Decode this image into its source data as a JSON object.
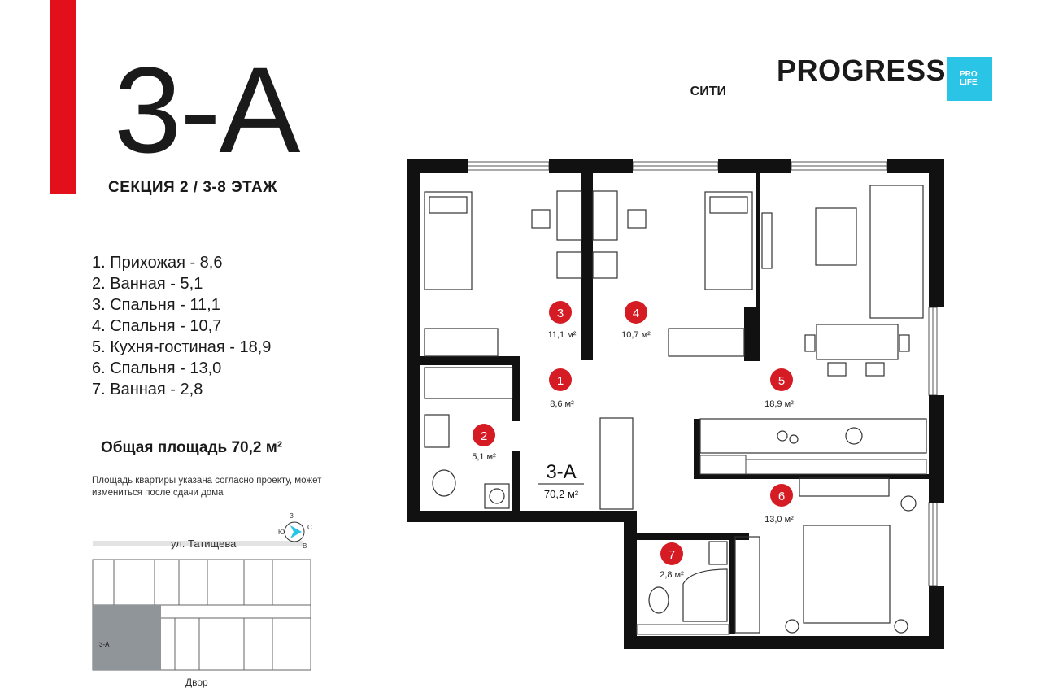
{
  "header": {
    "apartment_code": "3-А",
    "section_floor": "СЕКЦИЯ 2 / 3-8 ЭТАЖ"
  },
  "logo": {
    "name": "PROGRESS",
    "sub": "СИТИ",
    "badge_line1": "PRO",
    "badge_line2": "LIFE",
    "accent": "#29c4e6"
  },
  "rooms_list": [
    "1.  Прихожая - 8,6",
    "2. Ванная - 5,1",
    "3. Спальня - 11,1",
    "4. Спальня - 10,7",
    "5. Кухня-гостиная - 18,9",
    "6. Спальня - 13,0",
    "7.  Ванная - 2,8"
  ],
  "total_area": "Общая площадь 70,2 м²",
  "note": "Площадь квартиры указана согласно проекту, может измениться после сдачи дома",
  "plan": {
    "apartment_label": "3-А",
    "apartment_area": "70,2 м²",
    "rooms": [
      {
        "num": "1",
        "area": "8,6 м²"
      },
      {
        "num": "2",
        "area": "5,1 м²"
      },
      {
        "num": "3",
        "area": "11,1 м²"
      },
      {
        "num": "4",
        "area": "10,7 м²"
      },
      {
        "num": "5",
        "area": "18,9 м²"
      },
      {
        "num": "6",
        "area": "13,0 м²"
      },
      {
        "num": "7",
        "area": "2,8 м²"
      }
    ]
  },
  "site": {
    "street": "ул. Татищева",
    "marker": "3-А",
    "bottom_label": "Двор",
    "compass": [
      "С",
      "З",
      "Ю",
      "В"
    ]
  },
  "colors": {
    "accent_red": "#e3101b",
    "wall": "#111111",
    "highlight": "#8f9599"
  }
}
